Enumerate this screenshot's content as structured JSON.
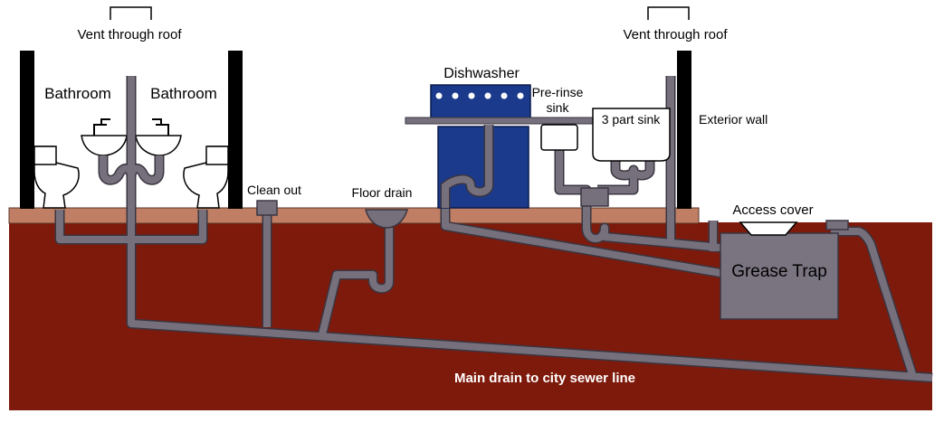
{
  "labels": {
    "vent_left": "Vent through roof",
    "vent_right": "Vent through roof",
    "bathroom_left": "Bathroom",
    "bathroom_right": "Bathroom",
    "dishwasher": "Dishwasher",
    "prerinse_line1": "Pre-rinse",
    "prerinse_line2": "sink",
    "three_part_sink": "3 part sink",
    "exterior_wall": "Exterior wall",
    "clean_out": "Clean out",
    "floor_drain": "Floor drain",
    "access_cover": "Access cover",
    "grease_trap": "Grease Trap",
    "main_drain": "Main drain to city sewer line"
  },
  "colors": {
    "ground": "#7d1a0c",
    "floor_slab": "#c07f64",
    "pipe": "#76707c",
    "pipe_outline": "#3a3540",
    "wall": "#000000",
    "dishwasher": "#1b3a8c",
    "grease_trap": "#7a7480",
    "fixture": "#ffffff"
  }
}
